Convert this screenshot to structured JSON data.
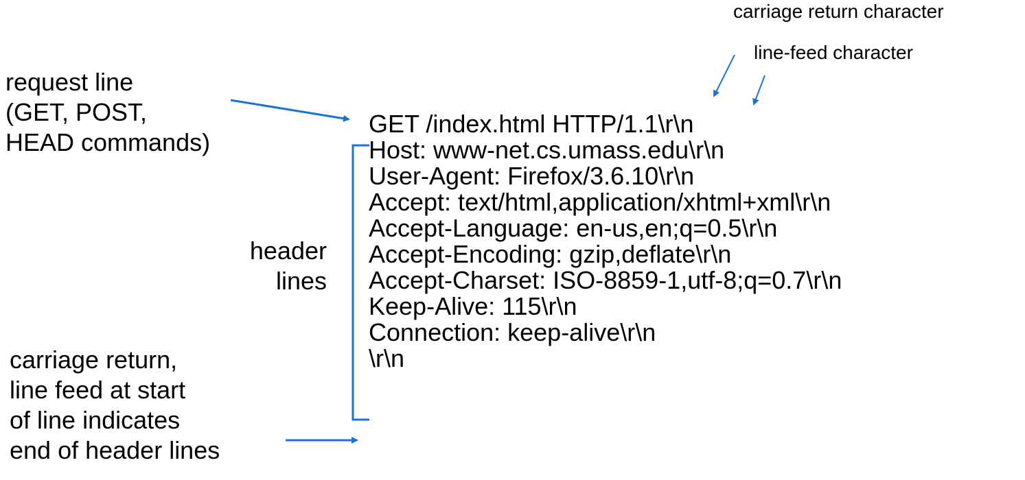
{
  "labels": {
    "request_line": [
      "request line",
      "(GET, POST,",
      "HEAD commands)"
    ],
    "header_lines": [
      "header",
      "lines"
    ],
    "crlf_end": [
      "carriage return,",
      "line feed at start",
      "of line indicates",
      "end of header lines"
    ],
    "carriage_return_char": "carriage return character",
    "line_feed_char": "line-feed character"
  },
  "message_lines": [
    "GET /index.html HTTP/1.1\\r\\n",
    "Host: www-net.cs.umass.edu\\r\\n",
    "User-Agent: Firefox/3.6.10\\r\\n",
    "Accept: text/html,application/xhtml+xml\\r\\n",
    "Accept-Language: en-us,en;q=0.5\\r\\n",
    "Accept-Encoding: gzip,deflate\\r\\n",
    "Accept-Charset: ISO-8859-1,utf-8;q=0.7\\r\\n",
    "Keep-Alive: 115\\r\\n",
    "Connection: keep-alive\\r\\n",
    "\\r\\n"
  ],
  "colors": {
    "arrow": "#1a73d1",
    "text": "#000000"
  }
}
